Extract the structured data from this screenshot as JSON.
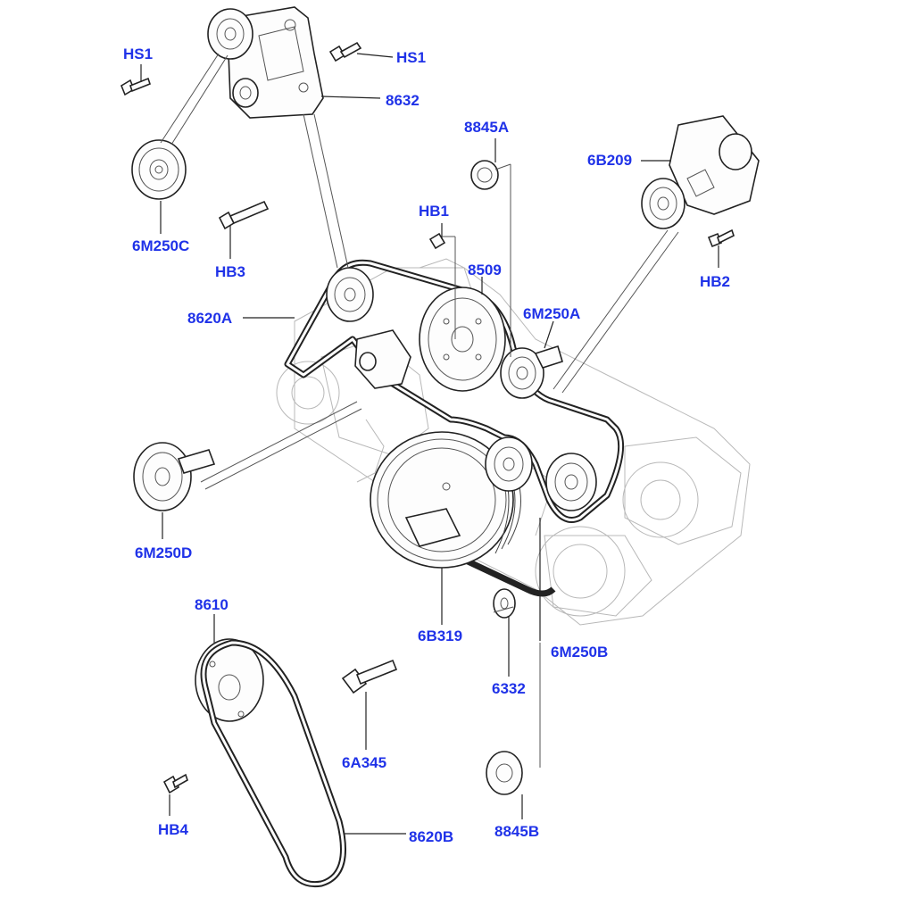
{
  "diagram": {
    "label_color": "#1f32e8",
    "parts": [
      {
        "id": "hs1-left",
        "label": "HS1"
      },
      {
        "id": "hs1-right",
        "label": "HS1"
      },
      {
        "id": "8632",
        "label": "8632"
      },
      {
        "id": "8845A",
        "label": "8845A"
      },
      {
        "id": "6B209",
        "label": "6B209"
      },
      {
        "id": "HB1",
        "label": "HB1"
      },
      {
        "id": "6M250C",
        "label": "6M250C"
      },
      {
        "id": "HB3",
        "label": "HB3"
      },
      {
        "id": "HB2",
        "label": "HB2"
      },
      {
        "id": "8509",
        "label": "8509"
      },
      {
        "id": "8620A",
        "label": "8620A"
      },
      {
        "id": "6M250A",
        "label": "6M250A"
      },
      {
        "id": "6M250D",
        "label": "6M250D"
      },
      {
        "id": "8610",
        "label": "8610"
      },
      {
        "id": "6B319",
        "label": "6B319"
      },
      {
        "id": "6M250B",
        "label": "6M250B"
      },
      {
        "id": "6332",
        "label": "6332"
      },
      {
        "id": "6A345",
        "label": "6A345"
      },
      {
        "id": "HB4",
        "label": "HB4"
      },
      {
        "id": "8620B",
        "label": "8620B"
      },
      {
        "id": "8845B",
        "label": "8845B"
      }
    ]
  }
}
